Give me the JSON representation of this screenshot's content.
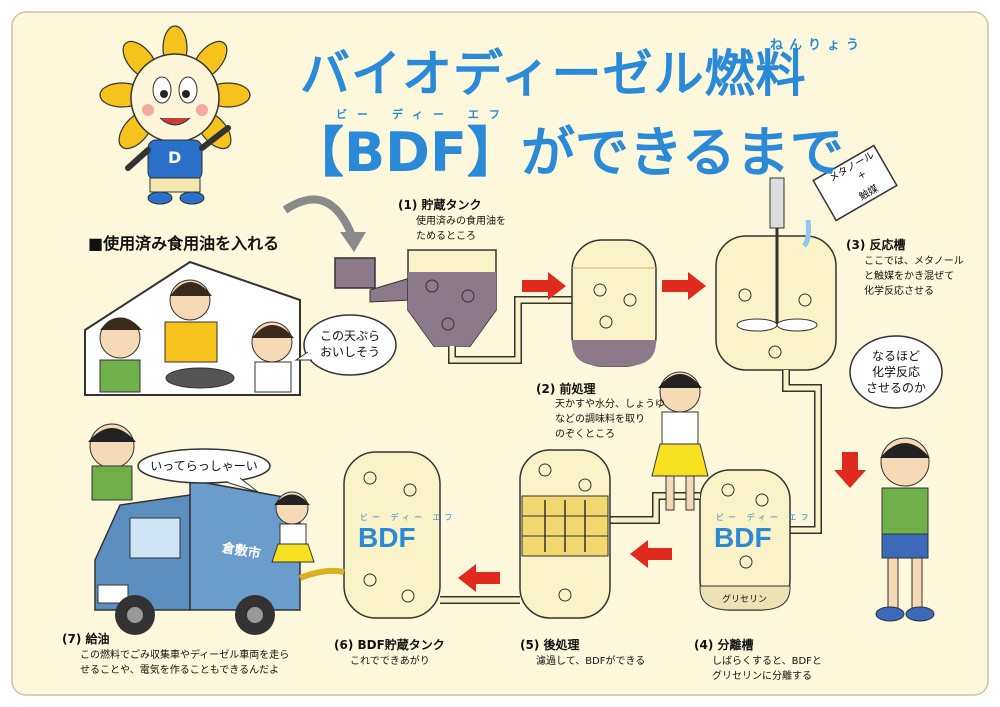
{
  "title": {
    "line1": "バイオディーゼル燃料",
    "line1_ruby": "ねんりょう",
    "line2": "【BDF】ができるまで",
    "line2_ruby": "ビー ディー エフ"
  },
  "intro_label": "■使用済み食用油を入れる",
  "steps": [
    {
      "id": "1",
      "label": "(1) 貯蔵タンク",
      "desc": [
        "使用済みの食用油を",
        "ためるところ"
      ]
    },
    {
      "id": "2",
      "label": "(2) 前処理",
      "desc": [
        "天かすや水分、しょうゆ",
        "などの調味料を取り",
        "のぞくところ"
      ]
    },
    {
      "id": "3",
      "label": "(3) 反応槽",
      "desc": [
        "ここでは、メタノール",
        "と触媒をかき混ぜて",
        "化学反応させる"
      ]
    },
    {
      "id": "4",
      "label": "(4) 分離槽",
      "desc": [
        "しばらくすると、BDFと",
        "グリセリンに分離する"
      ]
    },
    {
      "id": "5",
      "label": "(5) 後処理",
      "desc": [
        "濾過して、BDFができる"
      ]
    },
    {
      "id": "6",
      "label": "(6) BDF貯蔵タンク",
      "desc": [
        "これでできあがり"
      ]
    },
    {
      "id": "7",
      "label": "(7) 給油",
      "desc": [
        "この燃料でごみ収集車やディーゼル車両を走ら",
        "せることや、電気を作ることもできるんだよ"
      ]
    }
  ],
  "tank_labels": {
    "bdf_left": "BDF",
    "bdf_left_ruby": "ビー ディー エフ",
    "bdf_sep": "BDF",
    "bdf_sep_ruby": "ビー ディー エフ",
    "glycerin": "グリセリン"
  },
  "methanol_box": [
    "メタノール",
    "+",
    "触媒"
  ],
  "bubbles": {
    "tempura": [
      "この天ぷら",
      "おいしそう"
    ],
    "naruhodo": [
      "なるほど",
      "化学反応",
      "させるのか"
    ],
    "itterassyai": "いってらっしゃーい"
  },
  "truck_text": "倉敷市",
  "mascot_letter": "D",
  "colors": {
    "title_blue": "#2a8ad8",
    "background": "#fdf8dc",
    "tank_fill": "#fbf3c8",
    "oil_purple": "#8c7a8a",
    "arrow_red": "#e02a1e",
    "truck_blue": "#5c8fbf"
  }
}
